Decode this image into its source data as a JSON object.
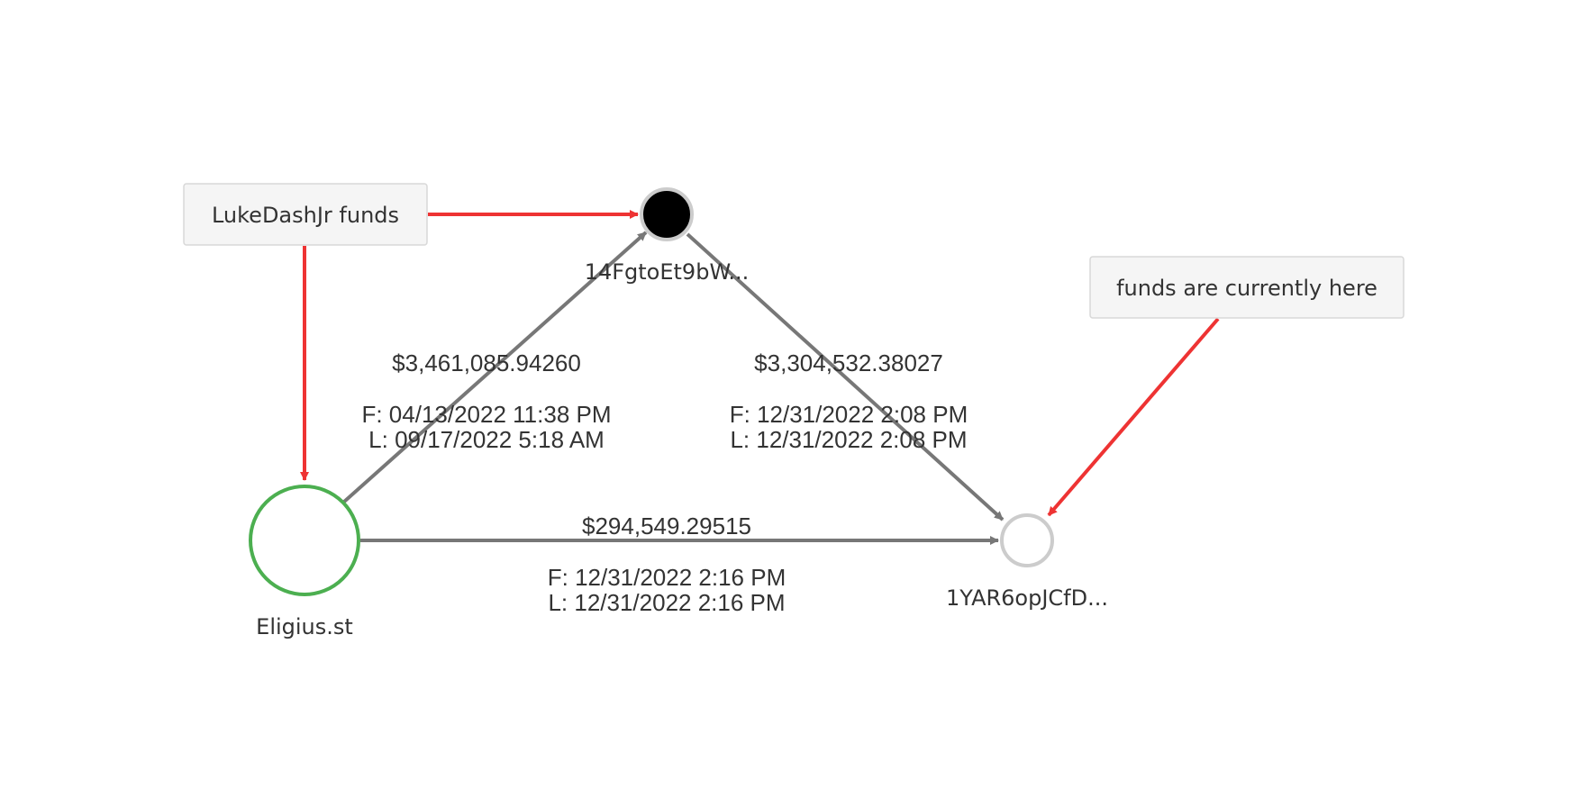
{
  "colors": {
    "edge": "#777777",
    "annotation_arrow": "#ee3333",
    "text": "#333333",
    "box_fill": "#f5f5f5",
    "box_border": "#d8d8d8",
    "node_source_border": "#4caf50",
    "node_hub_fill": "#000000",
    "node_hub_border": "#cccccc",
    "node_dest_border": "#cccccc"
  },
  "nodes": {
    "source": {
      "label": "Eligius.st"
    },
    "hub": {
      "label": "14FgtoEt9bW..."
    },
    "dest": {
      "label": "1YAR6opJCfD..."
    }
  },
  "edges": {
    "source_to_hub": {
      "amount": "$3,461,085.94260",
      "first": "F: 04/13/2022 11:38 PM",
      "last": "L: 09/17/2022 5:18 AM"
    },
    "hub_to_dest": {
      "amount": "$3,304,532.38027",
      "first": "F: 12/31/2022 2:08 PM",
      "last": "L: 12/31/2022 2:08 PM"
    },
    "source_to_dest": {
      "amount": "$294,549.29515",
      "first": "F: 12/31/2022 2:16 PM",
      "last": "L: 12/31/2022 2:16 PM"
    }
  },
  "annotations": {
    "luke_funds": "LukeDashJr funds",
    "current_location": "funds are currently here"
  }
}
